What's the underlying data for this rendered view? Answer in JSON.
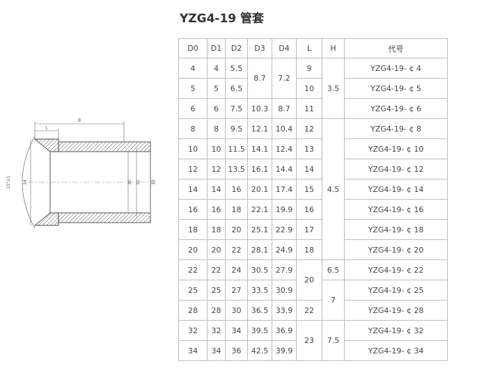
{
  "title": "YZG4-19 管套",
  "drawing": {
    "dim_overall": "B",
    "dim_left": "L",
    "dim_d0": "34",
    "dim_d3": "30",
    "dim_d4": "32",
    "dim_d2": "33",
    "dim_angle": "15°±1"
  },
  "table": {
    "headers": [
      "D0",
      "D1",
      "D2",
      "D3",
      "D4",
      "L",
      "H",
      "代号"
    ],
    "rows": [
      {
        "D0": "4",
        "D1": "4",
        "D2": "5.5",
        "D3": "8.7",
        "D4": "7.2",
        "L": "9",
        "H": "3.5",
        "code": "YZG4-19- ¢ 4"
      },
      {
        "D0": "5",
        "D1": "5",
        "D2": "6.5",
        "L": "10",
        "code": "YZG4-19- ¢ 5"
      },
      {
        "D0": "6",
        "D1": "6",
        "D2": "7.5",
        "D3": "10.3",
        "D4": "8.7",
        "L": "11",
        "code": "YZG4-19- ¢ 6"
      },
      {
        "D0": "8",
        "D1": "8",
        "D2": "9.5",
        "D3": "12.1",
        "D4": "10.4",
        "L": "12",
        "H": "4.5",
        "code": "YZG4-19- ¢ 8"
      },
      {
        "D0": "10",
        "D1": "10",
        "D2": "11.5",
        "D3": "14.1",
        "D4": "12.4",
        "L": "13",
        "code": "YZG4-19- ¢ 10"
      },
      {
        "D0": "12",
        "D1": "12",
        "D2": "13.5",
        "D3": "16.1",
        "D4": "14.4",
        "L": "14",
        "code": "YZG4-19- ¢ 12"
      },
      {
        "D0": "14",
        "D1": "14",
        "D2": "16",
        "D3": "20.1",
        "D4": "17.4",
        "L": "15",
        "code": "YZG4-19- ¢ 14"
      },
      {
        "D0": "16",
        "D1": "16",
        "D2": "18",
        "D3": "22.1",
        "D4": "19.9",
        "L": "16",
        "code": "YZG4-19- ¢ 16"
      },
      {
        "D0": "18",
        "D1": "18",
        "D2": "20",
        "D3": "25.1",
        "D4": "22.9",
        "L": "17",
        "code": "YZG4-19- ¢ 18"
      },
      {
        "D0": "20",
        "D1": "20",
        "D2": "22",
        "D3": "28.1",
        "D4": "24.9",
        "L": "18",
        "code": "YZG4-19- ¢ 20"
      },
      {
        "D0": "22",
        "D1": "22",
        "D2": "24",
        "D3": "30.5",
        "D4": "27.9",
        "L": "20",
        "H": "6.5",
        "code": "YZG4-19- ¢ 22"
      },
      {
        "D0": "25",
        "D1": "25",
        "D2": "27",
        "D3": "33.5",
        "D4": "30.9",
        "H": "7",
        "code": "YZG4-19- ¢ 25"
      },
      {
        "D0": "28",
        "D1": "28",
        "D2": "30",
        "D3": "36.5",
        "D4": "33.9",
        "L": "22",
        "code": "YZG4-19- ¢ 28"
      },
      {
        "D0": "32",
        "D1": "32",
        "D2": "34",
        "D3": "39.5",
        "D4": "36.9",
        "L": "23",
        "H": "7.5",
        "code": "YZG4-19- ¢ 32"
      },
      {
        "D0": "34",
        "D1": "34",
        "D2": "36",
        "D3": "42.5",
        "D4": "39.9",
        "code": "YZG4-19- ¢ 34"
      }
    ]
  }
}
